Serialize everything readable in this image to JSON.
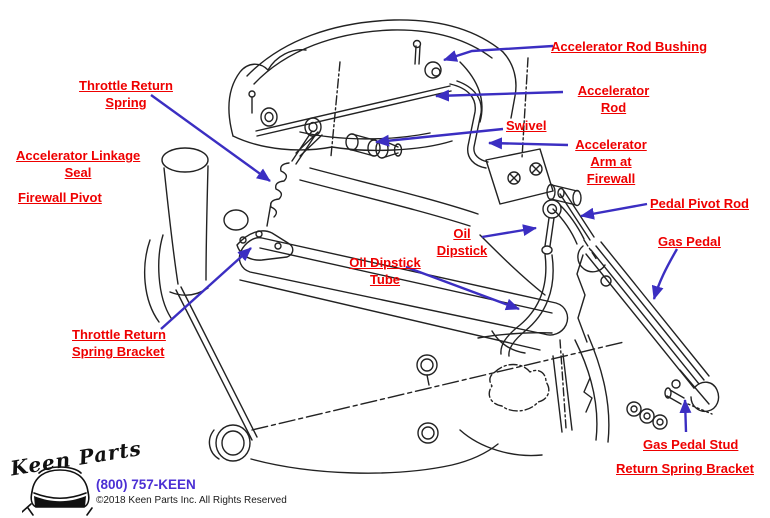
{
  "diagram_title": "Accelerator Linkage parts diagram",
  "colors": {
    "label_red": "#ee0000",
    "arrow_blue": "#3b2ec2",
    "phone_blue": "#4b2fd4",
    "line_black": "#222222",
    "background": "#ffffff"
  },
  "labels": [
    {
      "id": "accelerator-rod-bushing",
      "lines": [
        "Accelerator Rod Bushing"
      ]
    },
    {
      "id": "throttle-return-spring",
      "lines": [
        "Throttle Return",
        "Spring"
      ]
    },
    {
      "id": "accelerator-rod",
      "lines": [
        "Accelerator",
        "Rod"
      ]
    },
    {
      "id": "swivel",
      "lines": [
        "Swivel"
      ]
    },
    {
      "id": "accelerator-linkage-seal",
      "lines": [
        "Accelerator Linkage",
        "Seal"
      ]
    },
    {
      "id": "accelerator-arm-at-firewall",
      "lines": [
        "Accelerator",
        "Arm at",
        "Firewall"
      ]
    },
    {
      "id": "firewall-pivot",
      "lines": [
        "Firewall Pivot"
      ]
    },
    {
      "id": "pedal-pivot-rod",
      "lines": [
        "Pedal Pivot Rod"
      ]
    },
    {
      "id": "oil-dipstick",
      "lines": [
        "Oil",
        "Dipstick"
      ]
    },
    {
      "id": "gas-pedal",
      "lines": [
        "Gas Pedal"
      ]
    },
    {
      "id": "oil-dipstick-tube",
      "lines": [
        "Oil Dipstick",
        "Tube"
      ]
    },
    {
      "id": "throttle-return-spring-bracket",
      "lines": [
        "Throttle Return",
        "Spring Bracket"
      ]
    },
    {
      "id": "gas-pedal-stud",
      "lines": [
        "Gas Pedal Stud"
      ]
    },
    {
      "id": "return-spring-bracket",
      "lines": [
        "Return Spring Bracket"
      ]
    }
  ],
  "footer": {
    "logo_text": "Keen Parts",
    "phone": "(800) 757-KEEN",
    "copyright": "©2018 Keen Parts Inc. All Rights Reserved"
  }
}
